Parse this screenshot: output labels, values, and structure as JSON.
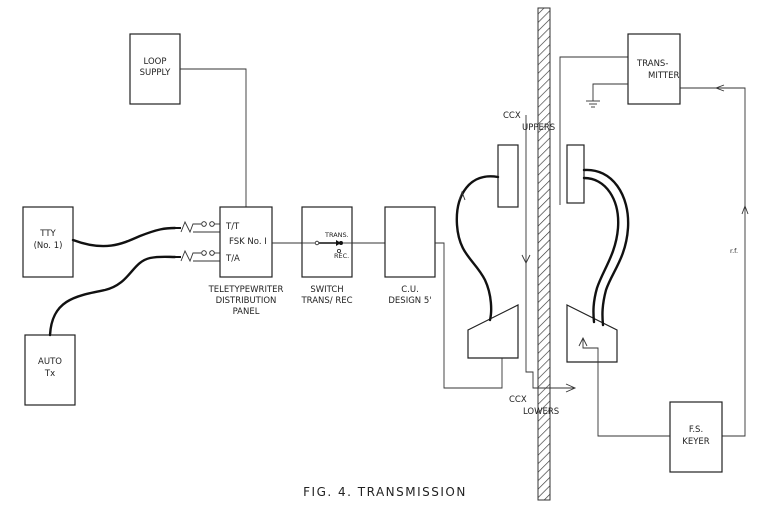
{
  "boxes": {
    "loop_supply": [
      "LOOP",
      "SUPPLY"
    ],
    "tty": [
      "TTY",
      "(No. 1)"
    ],
    "auto_tx": [
      "AUTO",
      "Tx"
    ],
    "transmitter": [
      "TRANS-",
      "MITTER"
    ],
    "fs_keyer": [
      "F.S.",
      "KEYER"
    ]
  },
  "distribution": {
    "tt": "T/T",
    "fsk": "FSK No. I",
    "ta": "T/A",
    "caption": [
      "TELETYPEWRITER",
      "DISTRIBUTION",
      "PANEL"
    ]
  },
  "switch": {
    "trans": "TRANS.",
    "rec": "REC.",
    "caption": [
      "SWITCH",
      "TRANS/ REC"
    ]
  },
  "cu": {
    "caption": [
      "C.U.",
      "DESIGN 5'"
    ]
  },
  "ccx": {
    "uppers": [
      "CCX",
      "UPPERS"
    ],
    "lowers": [
      "CCX",
      "LOWERS"
    ]
  },
  "rf_label": "r.f.",
  "figure_caption": "FIG. 4.  TRANSMISSION"
}
